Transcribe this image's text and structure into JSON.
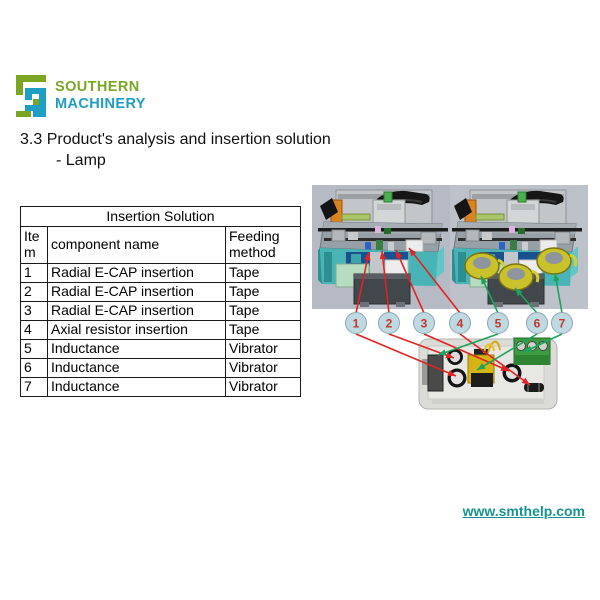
{
  "logo": {
    "name_line1": "SOUTHERN",
    "name_line2": "MACHINERY",
    "green": "#7aa623",
    "blue": "#1e9ec2"
  },
  "heading": {
    "title": "3.3 Product's analysis and insertion solution",
    "subtitle": "-  Lamp"
  },
  "table": {
    "title": "Insertion Solution",
    "headers": [
      "Item",
      "component name",
      "Feeding method"
    ],
    "rows": [
      {
        "item": "1",
        "component": "Radial E-CAP insertion",
        "method": "Tape"
      },
      {
        "item": "2",
        "component": "Radial E-CAP insertion",
        "method": "Tape"
      },
      {
        "item": "3",
        "component": "Radial E-CAP insertion",
        "method": "Tape"
      },
      {
        "item": "4",
        "component": "Axial resistor insertion",
        "method": "Tape"
      },
      {
        "item": "5",
        "component": "Inductance",
        "method": "Vibrator"
      },
      {
        "item": "6",
        "component": "Inductance",
        "method": "Vibrator"
      },
      {
        "item": "7",
        "component": "Inductance",
        "method": "Vibrator"
      }
    ]
  },
  "figure": {
    "callouts": [
      {
        "label": "1"
      },
      {
        "label": "2"
      },
      {
        "label": "3"
      },
      {
        "label": "4"
      },
      {
        "label": "5"
      },
      {
        "label": "6"
      },
      {
        "label": "7"
      }
    ],
    "colors": {
      "red_line": "#e02424",
      "green_line": "#1ea35c",
      "callout_fill": "#bfd9e2",
      "callout_border": "#8fa7b1",
      "callout_number": "#c0392b",
      "machine_teal": "#49b4b6",
      "toroid_yellow": "#c9c22c",
      "photo_background": "#b6bac5"
    }
  },
  "footer": {
    "website": "www.smthelp.com",
    "color": "#17948f"
  }
}
